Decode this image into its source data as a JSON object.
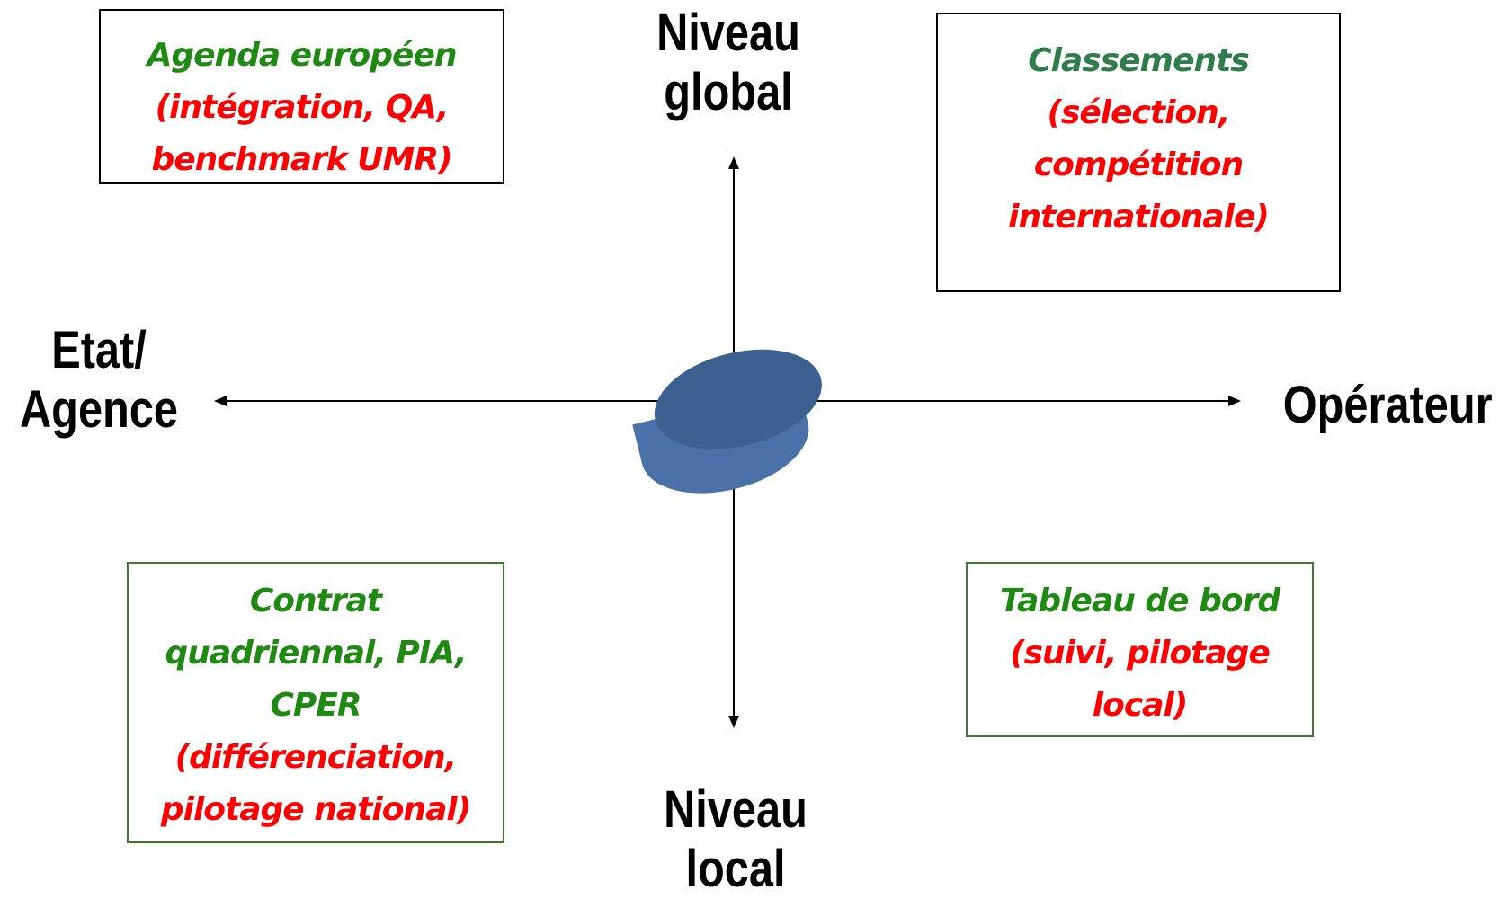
{
  "axes": {
    "top": [
      "Niveau",
      "global"
    ],
    "bottom": [
      "Niveau",
      "local"
    ],
    "left": [
      "Etat/",
      "Agence"
    ],
    "right": [
      "Opérateur"
    ]
  },
  "boxes": {
    "top_left": {
      "lines": [
        {
          "text": "Agenda européen",
          "color": "green"
        },
        {
          "text": "(intégration, QA,",
          "color": "red"
        },
        {
          "text": "benchmark UMR)",
          "color": "red"
        }
      ]
    },
    "top_right": {
      "lines": [
        {
          "text": "Classements",
          "color": "darkgreen"
        },
        {
          "text": "(sélection,",
          "color": "red"
        },
        {
          "text": "compétition",
          "color": "red"
        },
        {
          "text": "internationale)",
          "color": "red"
        }
      ]
    },
    "bottom_left": {
      "lines": [
        {
          "text": "Contrat",
          "color": "green"
        },
        {
          "text": "quadriennal, PIA,",
          "color": "green"
        },
        {
          "text": "CPER",
          "color": "green"
        },
        {
          "text": "(différenciation,",
          "color": "red"
        },
        {
          "text": "pilotage national)",
          "color": "red"
        }
      ]
    },
    "bottom_right": {
      "lines": [
        {
          "text": "Tableau de bord",
          "color": "green"
        },
        {
          "text": "(suivi, pilotage",
          "color": "red"
        },
        {
          "text": "local)",
          "color": "red"
        }
      ]
    }
  },
  "colors": {
    "green": "#1f8a12",
    "darkgreen": "#2e7d4a",
    "red": "#ff0000",
    "disk_top": "#3c608f",
    "disk_side": "#4a72a8",
    "axis": "#000000"
  }
}
